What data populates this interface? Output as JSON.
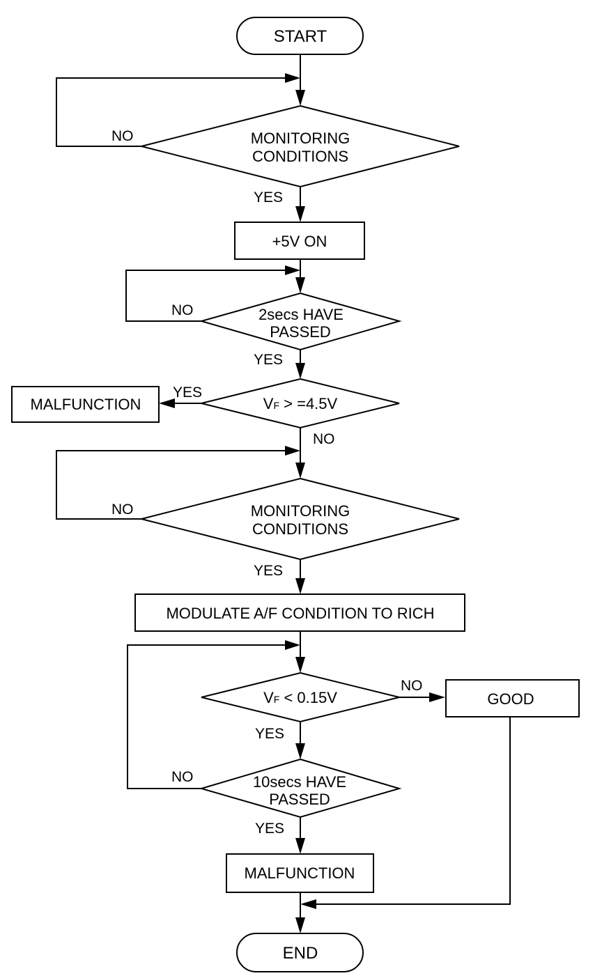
{
  "nodes": {
    "start": "START",
    "monitor1": [
      "MONITORING",
      "CONDITIONS"
    ],
    "plus5v": "+5V ON",
    "wait2": [
      "2secs HAVE",
      "PASSED"
    ],
    "vf_high": {
      "v": "V",
      "sub": "F",
      "rest": " > =4.5V"
    },
    "malfunction1": "MALFUNCTION",
    "monitor2": [
      "MONITORING",
      "CONDITIONS"
    ],
    "modulate": "MODULATE A/F CONDITION TO RICH",
    "vf_low": {
      "v": "V",
      "sub": "F",
      "rest": " < 0.15V"
    },
    "good": "GOOD",
    "wait10": [
      "10secs HAVE",
      "PASSED"
    ],
    "malfunction2": "MALFUNCTION",
    "end": "END"
  },
  "edges": {
    "monitor1_no": "NO",
    "monitor1_yes": "YES",
    "wait2_no": "NO",
    "wait2_yes": "YES",
    "vf_high_yes": "YES",
    "vf_high_no": "NO",
    "monitor2_no": "NO",
    "monitor2_yes": "YES",
    "vf_low_no": "NO",
    "vf_low_yes": "YES",
    "wait10_no": "NO",
    "wait10_yes": "YES"
  }
}
